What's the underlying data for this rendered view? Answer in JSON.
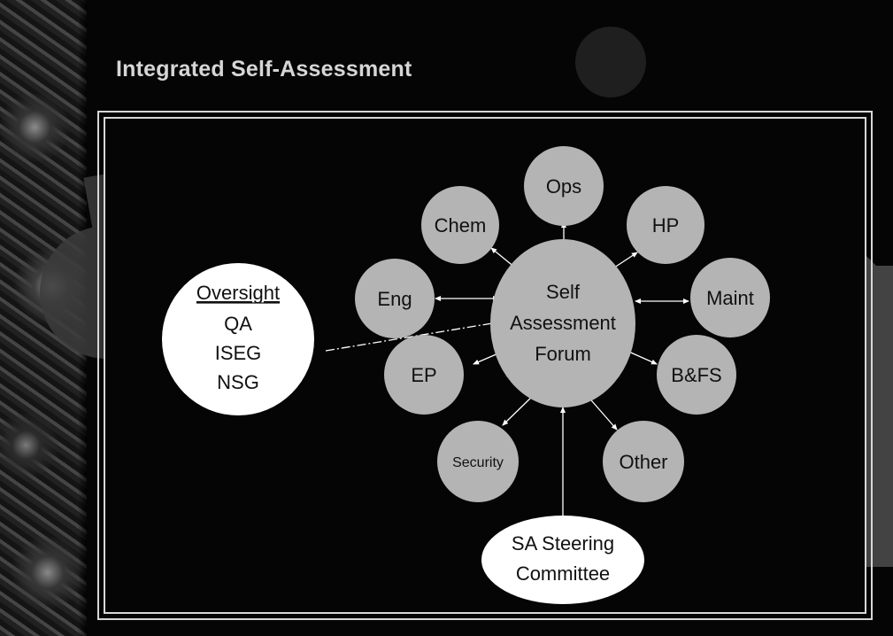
{
  "title": "Integrated Self-Assessment",
  "center": {
    "lines": [
      "Self",
      "Assessment",
      "Forum"
    ]
  },
  "nodes": {
    "ops": "Ops",
    "chem": "Chem",
    "hp": "HP",
    "eng": "Eng",
    "maint": "Maint",
    "ep": "EP",
    "bfs": "B&FS",
    "security": "Security",
    "other": "Other"
  },
  "oversight": {
    "heading": "Oversight",
    "items": [
      "QA",
      "ISEG",
      "NSG"
    ]
  },
  "steering": {
    "lines": [
      "SA Steering",
      "Committee"
    ]
  },
  "colors": {
    "node_fill": "#b4b4b4",
    "white_node_fill": "#ffffff",
    "background": "#050505",
    "title": "#d6d6d6",
    "line": "#ffffff"
  }
}
